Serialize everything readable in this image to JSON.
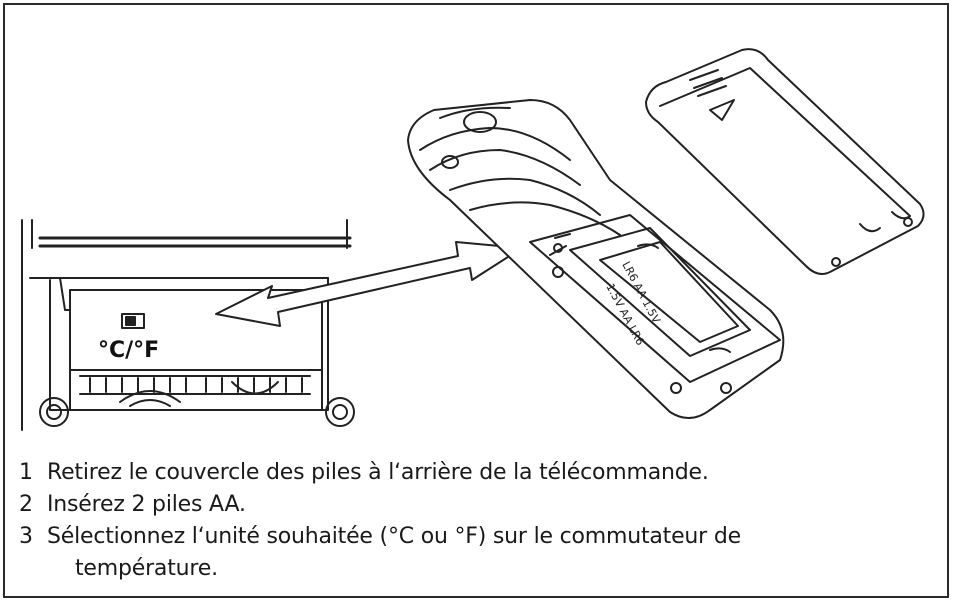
{
  "figure": {
    "switch_label": "°C/°F",
    "icons": [
      "thermometer-unit-switch-icon",
      "battery-cover-arrow-icon"
    ]
  },
  "steps": [
    {
      "number": "1",
      "text": "Retirez le couvercle des piles à l‘arrière de la télécommande."
    },
    {
      "number": "2",
      "text": "Insérez 2 piles AA."
    },
    {
      "number": "3",
      "text": "Sélectionnez l‘unité souhaitée (°C ou °F) sur le commutateur de",
      "continuation": "température."
    }
  ],
  "colors": {
    "line": "#222222",
    "background": "#ffffff",
    "text": "#1a1a1a"
  }
}
